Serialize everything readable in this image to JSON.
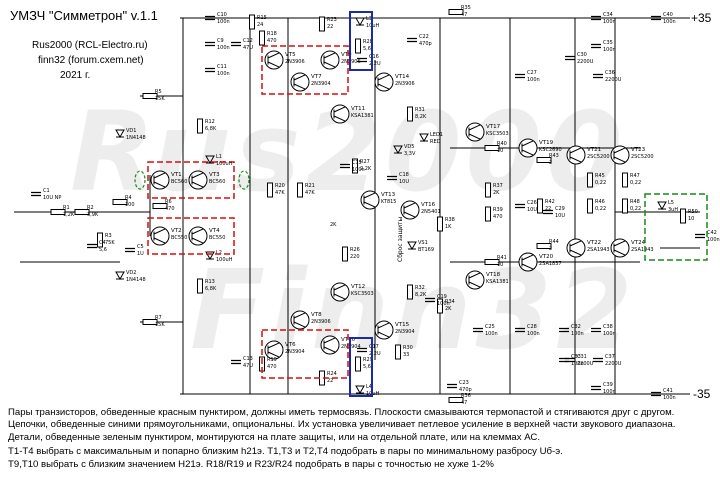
{
  "header": {
    "title": "УМЗЧ \"Симметрон\" v.1.1",
    "author": "Rus2000 (RCL-Electro.ru)",
    "coauthor": "finn32 (forum.cxem.net)",
    "year": "2021 г."
  },
  "rails": {
    "positive": "+35",
    "negative": "-35"
  },
  "watermark": {
    "line1": "Rus2000",
    "line2": "Finn32"
  },
  "transistors": [
    {
      "ref": "VT1",
      "part": "BC560"
    },
    {
      "ref": "VT3",
      "part": "BC560"
    },
    {
      "ref": "VT2",
      "part": "BC550"
    },
    {
      "ref": "VT4",
      "part": "BC550"
    },
    {
      "ref": "VT5",
      "part": "2N3906"
    },
    {
      "ref": "VT6",
      "part": "2N3904"
    },
    {
      "ref": "VT7",
      "part": "2N3904"
    },
    {
      "ref": "VT8",
      "part": "2N3906"
    },
    {
      "ref": "VT9",
      "part": "2N3906"
    },
    {
      "ref": "VT10",
      "part": "2N3904"
    },
    {
      "ref": "VT11",
      "part": "KSA1381"
    },
    {
      "ref": "VT12",
      "part": "KSC3503"
    },
    {
      "ref": "VT13",
      "part": "KT815"
    },
    {
      "ref": "VT14",
      "part": "2N3906"
    },
    {
      "ref": "VT15",
      "part": "2N3904"
    },
    {
      "ref": "VT16",
      "part": "2N5401"
    },
    {
      "ref": "VT17",
      "part": "KSC3503"
    },
    {
      "ref": "VT18",
      "part": "KSA1381"
    },
    {
      "ref": "VT19",
      "part": "KSC2690"
    },
    {
      "ref": "VT20",
      "part": "2SA1837"
    },
    {
      "ref": "VT21",
      "part": "2SC5200"
    },
    {
      "ref": "VT22",
      "part": "2SA1943"
    },
    {
      "ref": "VT23",
      "part": "2SC5200"
    },
    {
      "ref": "VT24",
      "part": "2SA1943"
    }
  ],
  "resistors": [
    {
      "ref": "R1",
      "value": "1,2K"
    },
    {
      "ref": "R2",
      "value": "3,9K"
    },
    {
      "ref": "R3",
      "value": "75K"
    },
    {
      "ref": "R4",
      "value": "100"
    },
    {
      "ref": "R5",
      "value": "15K"
    },
    {
      "ref": "R6",
      "value": "470"
    },
    {
      "ref": "R7",
      "value": "15K"
    },
    {
      "ref": "R12",
      "value": "6,8K"
    },
    {
      "ref": "R13",
      "value": "6,8K"
    },
    {
      "ref": "R15",
      "value": "24"
    },
    {
      "ref": "R18",
      "value": "470"
    },
    {
      "ref": "R19",
      "value": "470"
    },
    {
      "ref": "R20",
      "value": "47K"
    },
    {
      "ref": "R21",
      "value": "47K"
    },
    {
      "ref": "R23",
      "value": "22"
    },
    {
      "ref": "R24",
      "value": "22"
    },
    {
      "ref": "R26",
      "value": "220"
    },
    {
      "ref": "R27",
      "value": "2,2K"
    },
    {
      "ref": "R28",
      "value": "5,6"
    },
    {
      "ref": "R29",
      "value": "5,6"
    },
    {
      "ref": "R30",
      "value": "33"
    },
    {
      "ref": "R31",
      "value": "8,2K"
    },
    {
      "ref": "R32",
      "value": "8,2K"
    },
    {
      "ref": "R34",
      "value": "2K"
    },
    {
      "ref": "R35",
      "value": "47"
    },
    {
      "ref": "R36",
      "value": "47"
    },
    {
      "ref": "R37",
      "value": "2K"
    },
    {
      "ref": "R38",
      "value": "1K"
    },
    {
      "ref": "R39",
      "value": "470"
    },
    {
      "ref": "R40",
      "value": "10"
    },
    {
      "ref": "R41",
      "value": "10"
    },
    {
      "ref": "R42",
      "value": "22"
    },
    {
      "ref": "R43",
      "value": "2"
    },
    {
      "ref": "R44",
      "value": "2"
    },
    {
      "ref": "R45",
      "value": "0,22"
    },
    {
      "ref": "R46",
      "value": "0,22"
    },
    {
      "ref": "R47",
      "value": "0,22"
    },
    {
      "ref": "R48",
      "value": "0,22"
    },
    {
      "ref": "R50",
      "value": "10"
    }
  ],
  "capacitors": [
    {
      "ref": "C1",
      "value": "10U NP"
    },
    {
      "ref": "C4",
      "value": "5,6"
    },
    {
      "ref": "C5",
      "value": "1U"
    },
    {
      "ref": "C9",
      "value": "100n"
    },
    {
      "ref": "C10",
      "value": "100n"
    },
    {
      "ref": "C11",
      "value": "100n"
    },
    {
      "ref": "C12",
      "value": "47U"
    },
    {
      "ref": "C13",
      "value": "47U"
    },
    {
      "ref": "C15",
      "value": "100n"
    },
    {
      "ref": "C16",
      "value": "2,2U"
    },
    {
      "ref": "C17",
      "value": "2,2U"
    },
    {
      "ref": "C18",
      "value": "10U"
    },
    {
      "ref": "C19",
      "value": "100n"
    },
    {
      "ref": "C22",
      "value": "470p"
    },
    {
      "ref": "C23",
      "value": "470p"
    },
    {
      "ref": "C25",
      "value": "100n"
    },
    {
      "ref": "C26",
      "value": "10U"
    },
    {
      "ref": "C27",
      "value": "100n"
    },
    {
      "ref": "C28",
      "value": "100n"
    },
    {
      "ref": "C29",
      "value": "10U"
    },
    {
      "ref": "C30",
      "value": "2200U"
    },
    {
      "ref": "C31",
      "value": "2200U"
    },
    {
      "ref": "C32",
      "value": "100n"
    },
    {
      "ref": "C33",
      "value": "100n"
    },
    {
      "ref": "C34",
      "value": "100n"
    },
    {
      "ref": "C35",
      "value": "100n"
    },
    {
      "ref": "C36",
      "value": "2200U"
    },
    {
      "ref": "C37",
      "value": "2200U"
    },
    {
      "ref": "C38",
      "value": "100n"
    },
    {
      "ref": "C39",
      "value": "100n"
    },
    {
      "ref": "C40",
      "value": "100n"
    },
    {
      "ref": "C41",
      "value": "100n"
    },
    {
      "ref": "C42",
      "value": "100n"
    }
  ],
  "other_parts": [
    {
      "ref": "VD1",
      "part": "1N4148"
    },
    {
      "ref": "VD2",
      "part": "1N4148"
    },
    {
      "ref": "VD5",
      "part": "3,3V"
    },
    {
      "ref": "VS1",
      "part": "BT169"
    },
    {
      "ref": "LED1",
      "part": "RED"
    },
    {
      "ref": "L1",
      "part": "100uH"
    },
    {
      "ref": "L2",
      "part": "100uH"
    },
    {
      "ref": "L5",
      "part": "3uH"
    },
    {
      "ref": "L3",
      "part": "10uH"
    },
    {
      "ref": "L4",
      "part": "10uH"
    }
  ],
  "labels": {
    "protection_reset": "Сброс защиты",
    "bias_trim": "2K"
  },
  "notes": [
    "Пары транзисторов, обведенные красным пунктиром, должны иметь термосвязь. Плоскости смазываются термопастой и стягиваются друг с другом.",
    "Цепочки, обведенные синими прямоугольниками, опциональны. Их установка увеличивает петлевое усиление в верхней части звукового диапазона.",
    "Детали, обведенные зеленым пунктиром, монтируются на плате защиты, или на отдельной плате, или на клеммах АС.",
    "Т1-Т4 выбрать с максимальным и попарно близким h21э. Т1,Т3 и Т2,Т4 подобрать в пары по минимальному разбросу Uб-э.",
    "Т9,Т10 выбрать с близким значением H21э. R18/R19 и R23/R24 подобрать в пары с точностью не хуже 1-2%"
  ],
  "colors": {
    "thermal": "#d01010",
    "optional": "#1a2aa8",
    "protection": "#1a8a1a",
    "wire": "#000000"
  }
}
